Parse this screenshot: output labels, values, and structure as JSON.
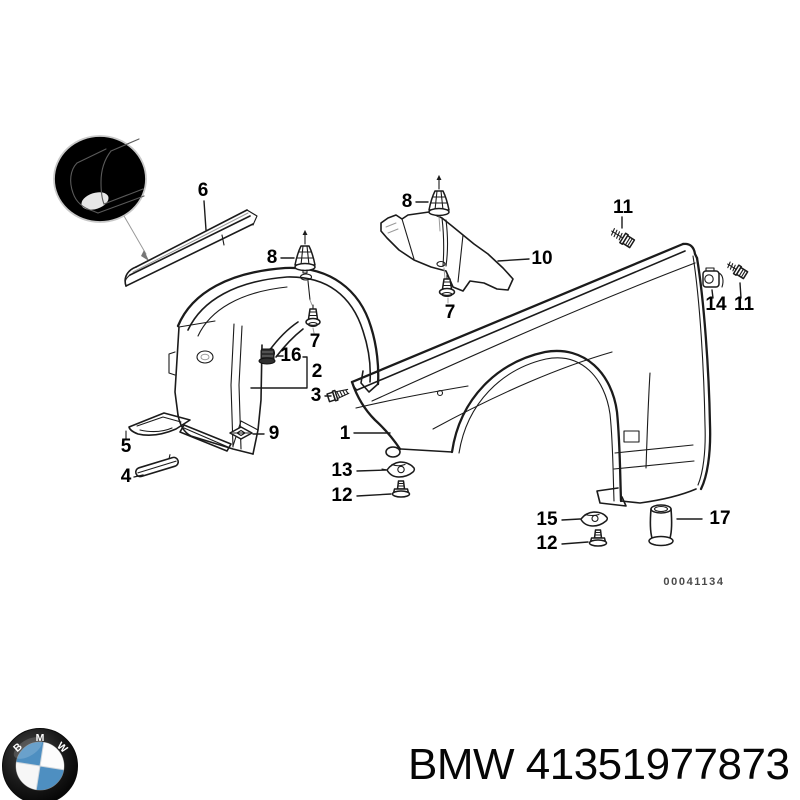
{
  "diagram": {
    "callouts": [
      {
        "label": "6"
      },
      {
        "label": "8"
      },
      {
        "label": "8"
      },
      {
        "label": "10"
      },
      {
        "label": "7"
      },
      {
        "label": "7"
      },
      {
        "label": "16"
      },
      {
        "label": "2"
      },
      {
        "label": "3"
      },
      {
        "label": "1"
      },
      {
        "label": "13"
      },
      {
        "label": "12"
      },
      {
        "label": "9"
      },
      {
        "label": "5"
      },
      {
        "label": "4"
      },
      {
        "label": "15"
      },
      {
        "label": "12"
      },
      {
        "label": "17"
      },
      {
        "label": "11"
      },
      {
        "label": "14"
      },
      {
        "label": "11"
      }
    ],
    "drawing_number": "00041134"
  },
  "footer": {
    "logo_letters": [
      "B",
      "M",
      "W"
    ],
    "part_number": "BMW 41351977873",
    "logo_colors": {
      "blue": "#4e8fc1",
      "ring": "#000000",
      "white": "#fbfbfb"
    }
  },
  "colors": {
    "line": "#1b1b1b",
    "background": "#ffffff",
    "drawing_number": "#4a4a4a"
  }
}
